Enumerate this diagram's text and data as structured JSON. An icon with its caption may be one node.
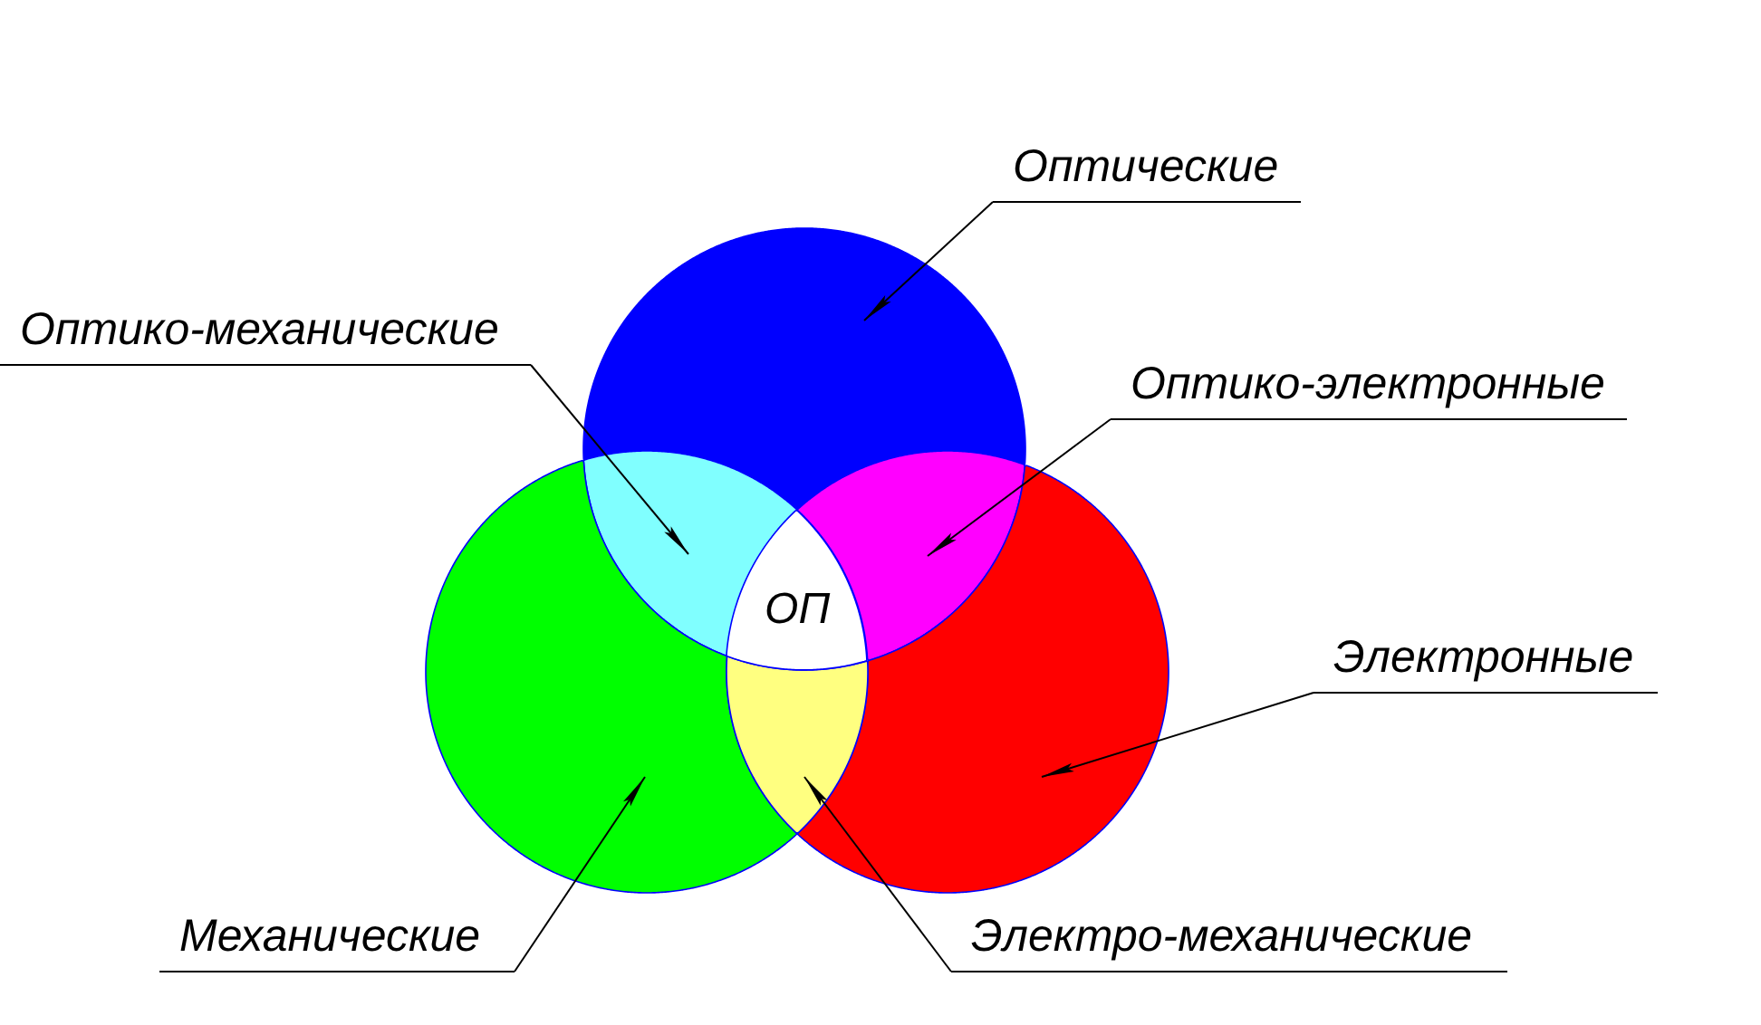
{
  "diagram": {
    "nodes": [
      {
        "text": [
          "Оптические"
        ]
      },
      {
        "text": [],
        "shape": "circle"
      },
      {
        "text": [
          "Оптико-механические"
        ]
      },
      {
        "text": [
          "Оптико-электронные"
        ]
      },
      {
        "text": [],
        "shape": "lens"
      },
      {
        "text": [],
        "shape": "lens"
      },
      {
        "text": [
          "ОП"
        ]
      },
      {
        "text": [
          "Электронные"
        ]
      },
      {
        "text": [],
        "shape": "circle"
      },
      {
        "text": [],
        "shape": "circle"
      },
      {
        "text": [],
        "shape": "lens"
      },
      {
        "text": [
          "Механические"
        ]
      },
      {
        "text": [
          "Электро-механические"
        ]
      }
    ],
    "edges": [
      {
        "from": 0,
        "to": 1,
        "arrow": "to"
      },
      {
        "from": 2,
        "to": 4,
        "arrow": "to"
      },
      {
        "from": 3,
        "to": 5,
        "arrow": "to"
      },
      {
        "from": 7,
        "to": 9,
        "arrow": "to"
      },
      {
        "from": 11,
        "to": 8,
        "arrow": "to"
      },
      {
        "from": 12,
        "to": 10,
        "arrow": "to"
      }
    ]
  }
}
